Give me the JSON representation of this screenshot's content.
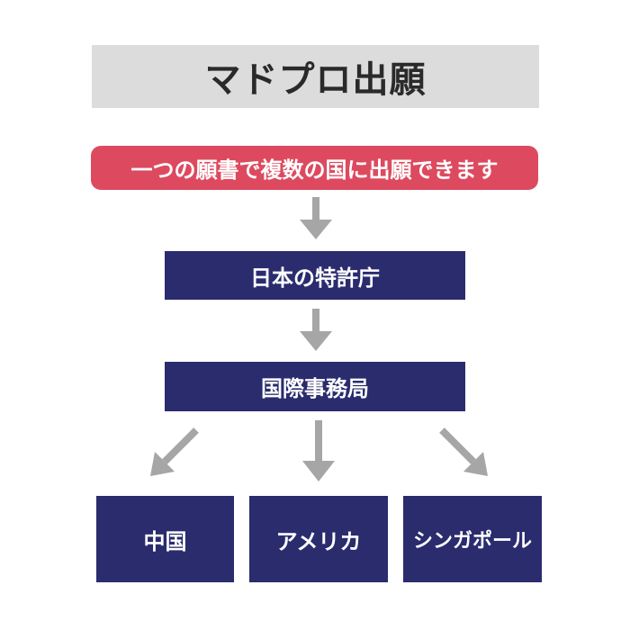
{
  "title": "マドプロ出願",
  "subtitle": "一つの願書で複数の国に出願できます",
  "japan_office": "日本の特許庁",
  "international_bureau": "国際事務局",
  "countries": [
    "中国",
    "アメリカ",
    "シンガポール"
  ],
  "colors": {
    "title_bg": "#dcdcdc",
    "subtitle_bg": "#dd4a5f",
    "node_bg": "#2a2c6e",
    "arrow": "#a6a6a6"
  }
}
